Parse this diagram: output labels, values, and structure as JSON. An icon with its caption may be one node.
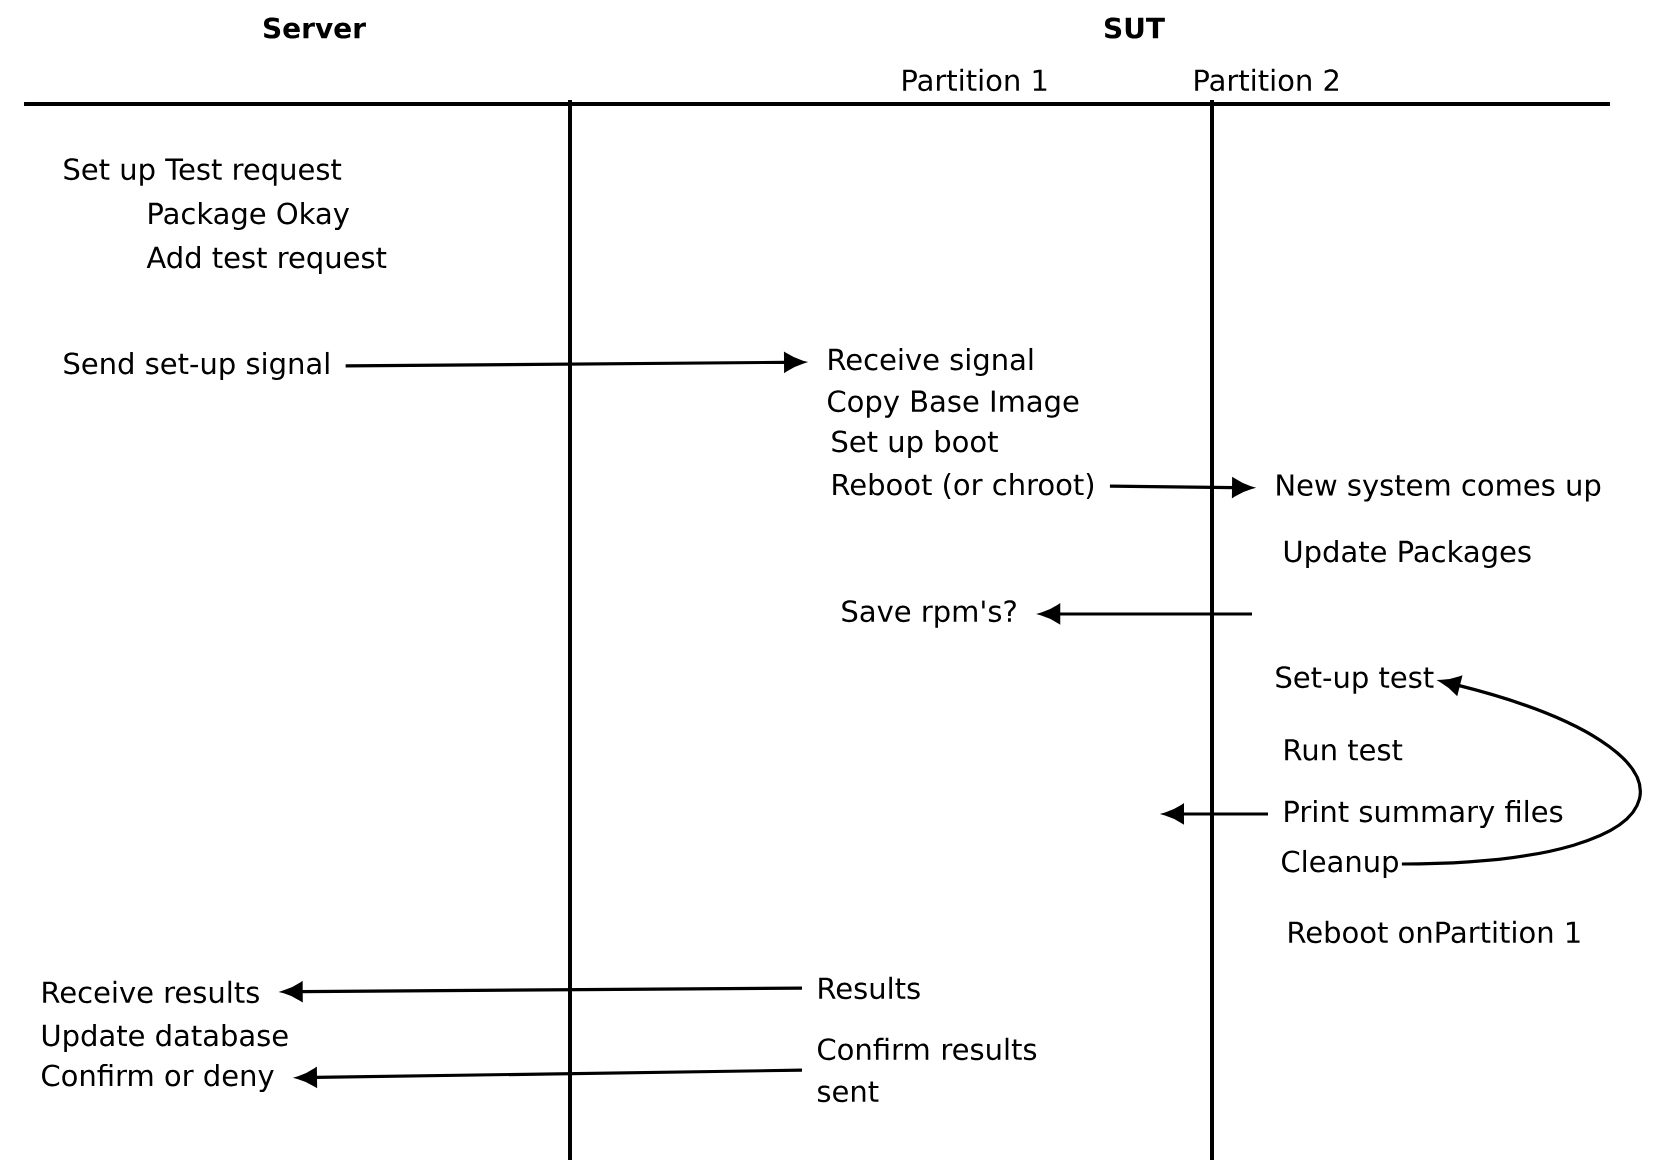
{
  "diagram": {
    "nodes": [
      {
        "text": [
          "Send set-up signal"
        ]
      },
      {
        "text": [
          "Receive signal"
        ]
      },
      {
        "text": [
          "Reboot (or chroot)"
        ]
      },
      {
        "text": [
          "New system comes up"
        ]
      },
      {
        "text": [
          "Save rpm's?"
        ]
      },
      {
        "text": [
          "Set-up test"
        ]
      },
      {
        "text": [
          "Print summary files"
        ]
      },
      {
        "text": [
          "Cleanup"
        ]
      },
      {
        "text": [
          "Receive results"
        ]
      },
      {
        "text": [
          "Results"
        ]
      },
      {
        "text": [
          "Confirm or deny"
        ]
      },
      {
        "text": [
          "Confirm results sent"
        ]
      }
    ],
    "edges": [
      {
        "from": 0,
        "to": 1,
        "arrow": "to"
      },
      {
        "from": 2,
        "to": 3,
        "arrow": "to"
      },
      {
        "from": null,
        "to": 4,
        "arrow": "to"
      },
      {
        "from": 6,
        "to": null,
        "arrow": "to"
      },
      {
        "from": 7,
        "to": 5,
        "arrow": "to"
      },
      {
        "from": 9,
        "to": 8,
        "arrow": "to"
      },
      {
        "from": 11,
        "to": 10,
        "arrow": "to"
      }
    ],
    "labels": [
      "Server",
      "SUT",
      "Partition 1",
      "Partition 2",
      "Set up Test request",
      "Package Okay",
      "Add test request",
      "Copy Base Image",
      "Set up boot",
      "Update Packages",
      "Run test",
      "Reboot onPartition 1",
      "Update database"
    ]
  }
}
